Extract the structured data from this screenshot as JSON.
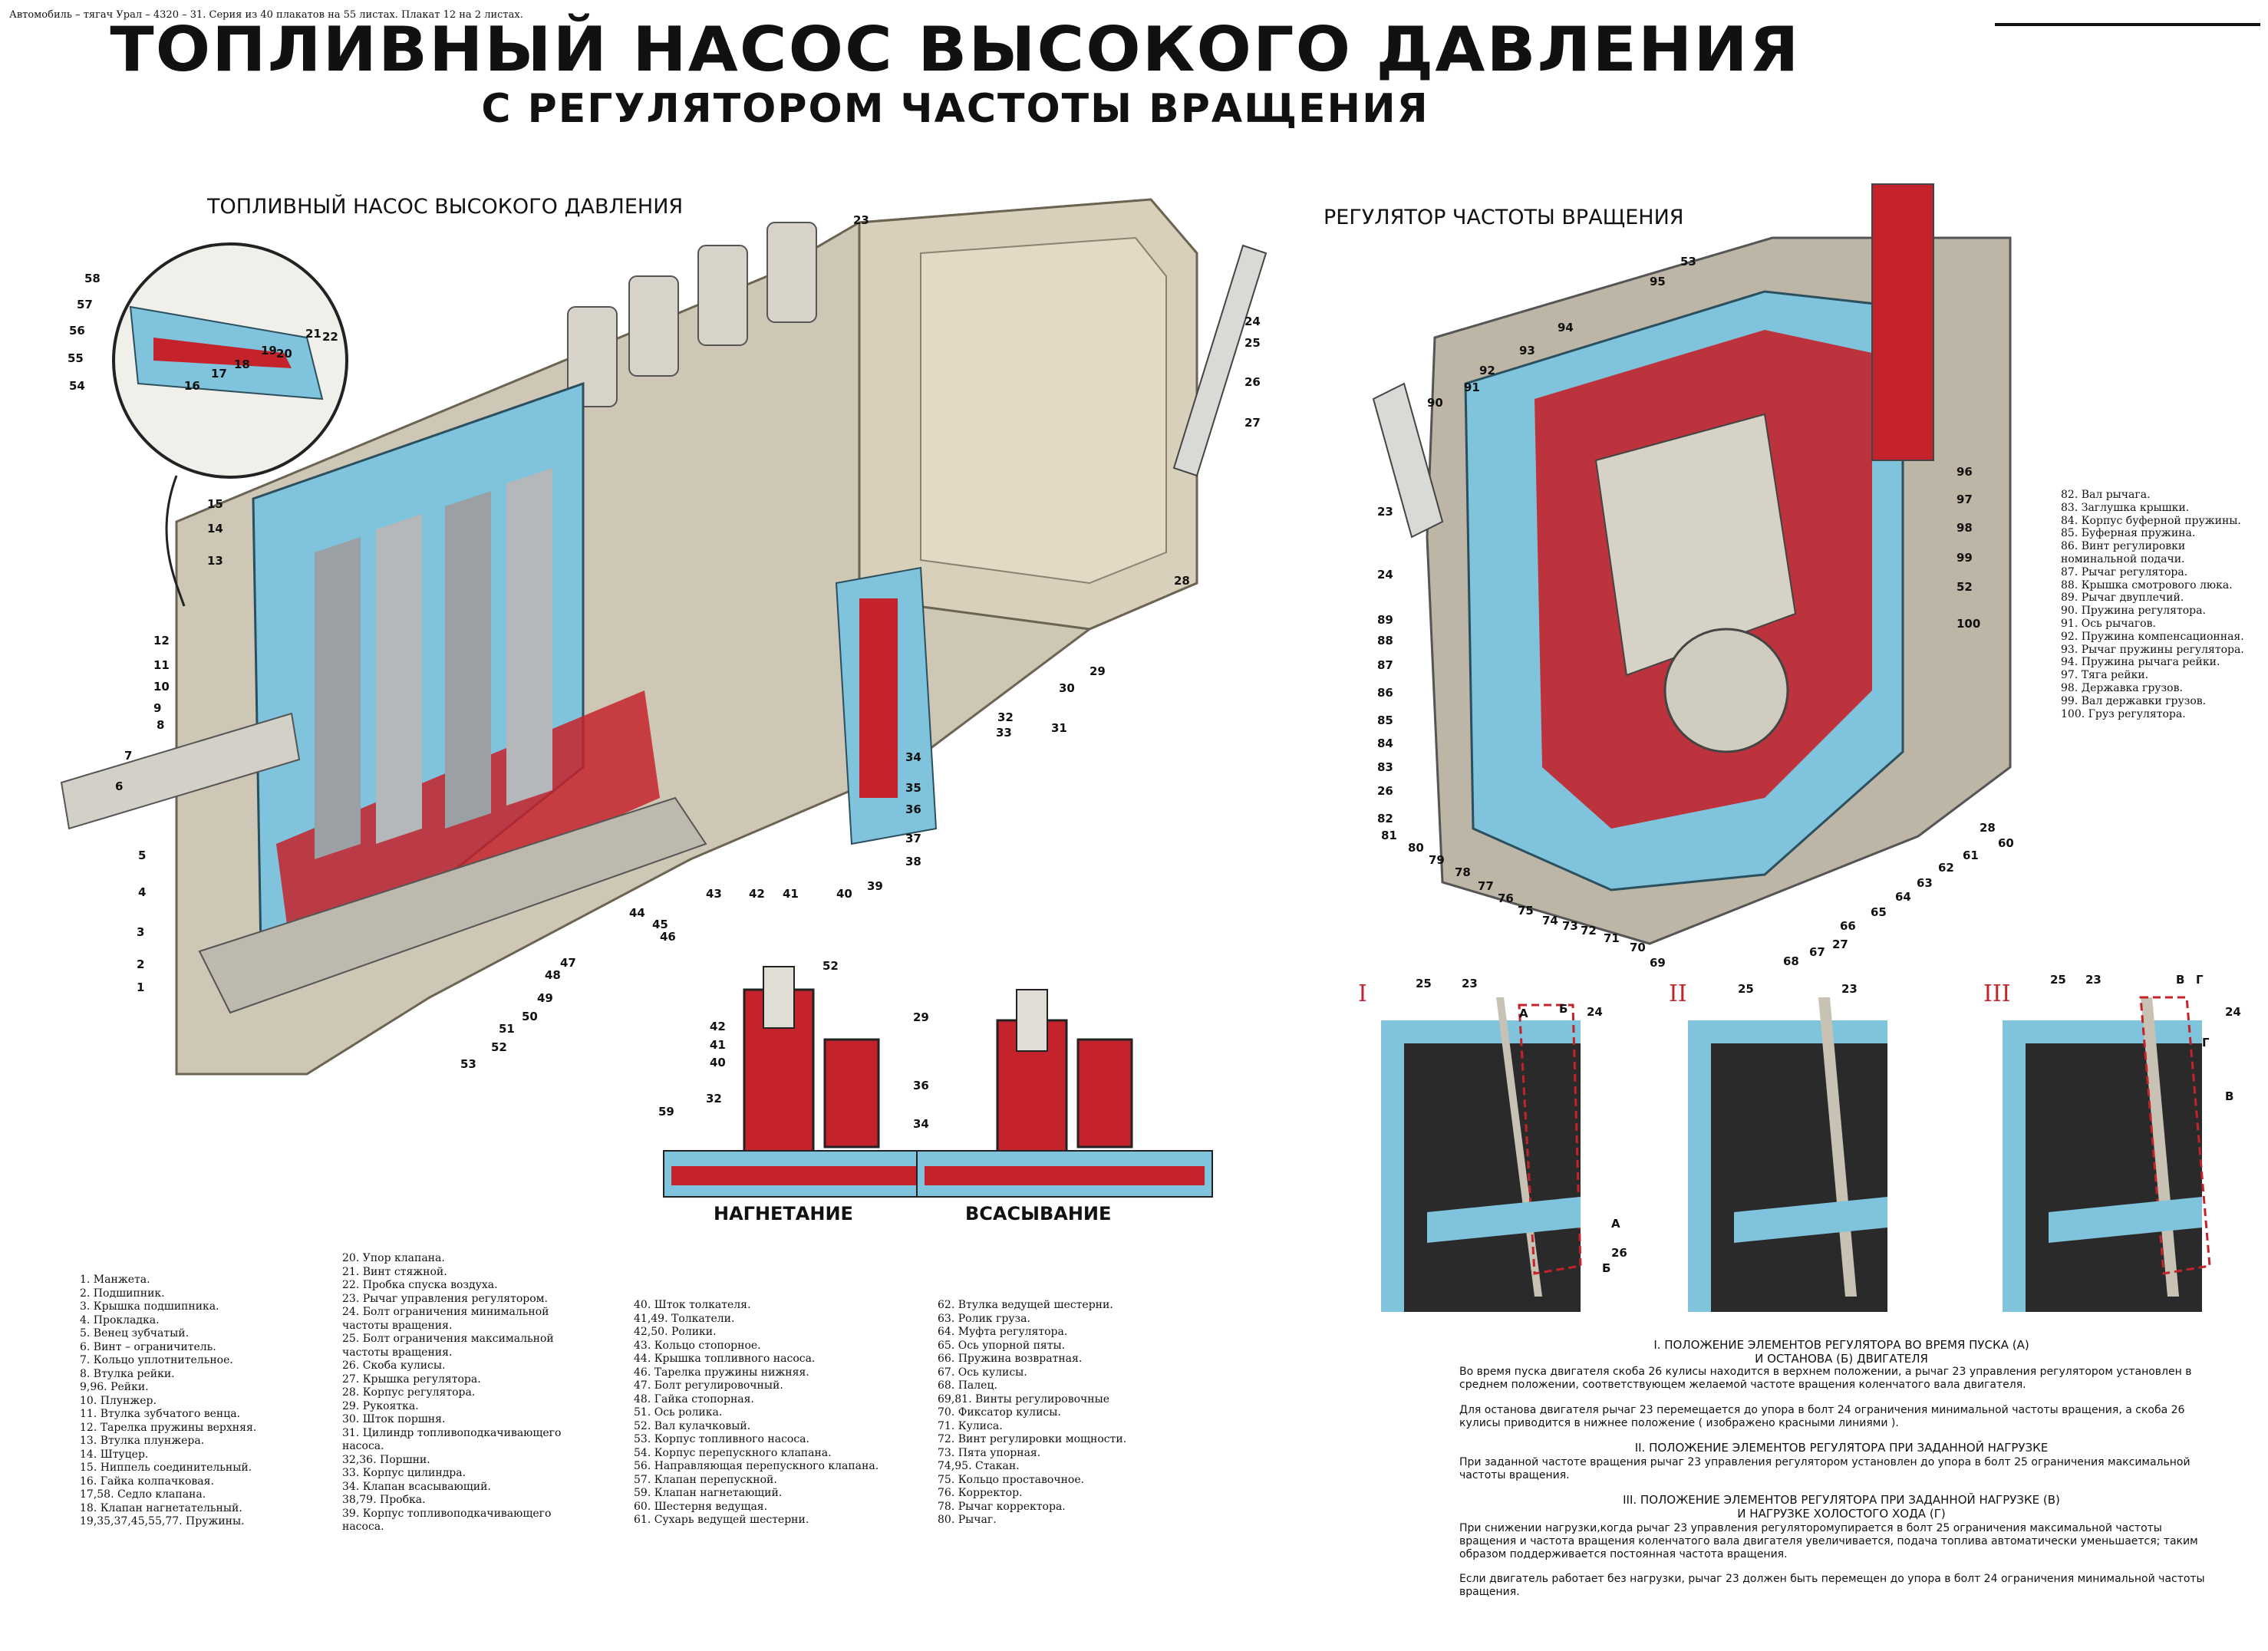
{
  "header": {
    "caption": "Автомобиль – тягач Урал – 4320 – 31. Серия из 40 плакатов на 55 листах. Плакат 12 на 2 листах.",
    "title": "ТОПЛИВНЫЙ НАСОС ВЫСОКОГО ДАВЛЕНИЯ",
    "subtitle": "С РЕГУЛЯТОРОМ ЧАСТОТЫ ВРАЩЕНИЯ"
  },
  "sections": {
    "pump": "ТОПЛИВНЫЙ НАСОС ВЫСОКОГО ДАВЛЕНИЯ",
    "governor": "РЕГУЛЯТОР ЧАСТОТЫ ВРАЩЕНИЯ"
  },
  "captions": {
    "injection": "НАГНЕТАНИЕ",
    "suction": "ВСАСЫВАНИЕ"
  },
  "roman": [
    "I",
    "II",
    "III"
  ],
  "legend": {
    "col1": "1. Манжета.\n2. Подшипник.\n3. Крышка подшипника.\n4. Прокладка.\n5. Венец зубчатый.\n6. Винт – ограничитель.\n7. Кольцо уплотнительное.\n8. Втулка рейки.\n9,96. Рейки.\n10. Плунжер.\n11. Втулка зубчатого венца.\n12. Тарелка пружины верхняя.\n13. Втулка плунжера.\n14. Штуцер.\n15. Ниппель соединительный.\n16. Гайка колпачковая.\n17,58. Седло клапана.\n18. Клапан нагнетательный.\n19,35,37,45,55,77. Пружины.",
    "col2": "20. Упор клапана.\n21. Винт стяжной.\n22. Пробка спуска воздуха.\n23. Рычаг управления регулятором.\n24. Болт ограничения минимальной\nчастоты вращения.\n25. Болт ограничения максимальной\nчастоты вращения.\n26. Скоба кулисы.\n27. Крышка регулятора.\n28. Корпус регулятора.\n29. Рукоятка.\n30. Шток поршня.\n31. Цилиндр топливоподкачивающего\nнасоса.\n32,36. Поршни.\n33. Корпус цилиндра.\n34. Клапан всасывающий.\n38,79. Пробка.\n39. Корпус топливоподкачивающего\nнасоса.",
    "col3": "40. Шток толкателя.\n41,49. Толкатели.\n42,50. Ролики.\n43. Кольцо стопорное.\n44. Крышка топливного насоса.\n46. Тарелка пружины нижняя.\n47. Болт регулировочный.\n48. Гайка стопорная.\n51. Ось ролика.\n52. Вал кулачковый.\n53. Корпус топливного насоса.\n54. Корпус перепускного клапана.\n56. Направляющая перепускного клапана.\n57. Клапан перепускной.\n59. Клапан нагнетающий.\n60. Шестерня ведущая.\n61. Сухарь ведущей шестерни.",
    "col4": "62. Втулка ведущей шестерни.\n63. Ролик груза.\n64. Муфта регулятора.\n65. Ось упорной пяты.\n66. Пружина возвратная.\n67. Ось кулисы.\n68. Палец.\n69,81. Винты регулировочные\n70. Фиксатор кулисы.\n71. Кулиса.\n72. Винт регулировки мощности.\n73. Пята упорная.\n74,95. Стакан.\n75. Кольцо проставочное.\n76. Корректор.\n78. Рычаг корректора.\n80. Рычаг.",
    "col5": "82. Вал рычага.\n83. Заглушка крышки.\n84. Корпус буферной пружины.\n85. Буферная пружина.\n86. Винт регулировки\nноминальной подачи.\n87. Рычаг регулятора.\n88. Крышка смотрового люка.\n89. Рычаг двуплечий.\n90. Пружина регулятора.\n91. Ось рычагов.\n92. Пружина компенсационная.\n93. Рычаг пружины регулятора.\n94. Пружина рычага рейки.\n97. Тяга рейки.\n98. Державка грузов.\n99. Вал державки грузов.\n100. Груз регулятора."
  },
  "positions": {
    "p1_title": "I. ПОЛОЖЕНИЕ ЭЛЕМЕНТОВ РЕГУЛЯТОРА ВО ВРЕМЯ ПУСКА (А)\nИ ОСТАНОВА (Б) ДВИГАТЕЛЯ",
    "p1_text1": "Во время пуска двигателя скоба 26 кулисы находится в верхнем положении, а рычаг 23 управления регулятором установлен в среднем положении, соответствующем желаемой частоте вращения коленчатого вала двигателя.",
    "p1_text2": "Для останова двигателя рычаг 23 перемещается до упора в болт 24 ограничения минимальной частоты вращения, а скоба 26 кулисы приводится в нижнее положение ( изображено красными линиями ).",
    "p2_title": "II. ПОЛОЖЕНИЕ ЭЛЕМЕНТОВ РЕГУЛЯТОРА ПРИ ЗАДАННОЙ НАГРУЗКЕ",
    "p2_text": "При заданной частоте вращения рычаг 23 управления регулятором установлен до упора в болт 25 ограничения максимальной частоты вращения.",
    "p3_title": "III. ПОЛОЖЕНИЕ ЭЛЕМЕНТОВ РЕГУЛЯТОРА ПРИ ЗАДАННОЙ НАГРУЗКЕ (В)\nИ НАГРУЗКЕ ХОЛОСТОГО ХОДА (Г)",
    "p3_text1": "При снижении нагрузки,когда рычаг 23 управления регуляторомупирается в болт 25 ограничения максимальной частоты вращения и частота вращения коленчатого вала двигателя увеличивается, подача топлива автоматически уменьшается; таким образом поддерживается постоянная частота вращения.",
    "p3_text2": "Если двигатель работает без нагрузки, рычаг 23 должен быть перемещен до упора в болт 24 ограничения минимальной частоты вращения."
  },
  "pump_callouts": [
    "58",
    "57",
    "56",
    "55",
    "54",
    "16",
    "17",
    "18",
    "19",
    "20",
    "21",
    "22",
    "23",
    "24",
    "25",
    "26",
    "27",
    "28",
    "15",
    "14",
    "13",
    "12",
    "11",
    "10",
    "9",
    "8",
    "7",
    "6",
    "5",
    "4",
    "3",
    "2",
    "1",
    "29",
    "30",
    "31",
    "32",
    "33",
    "34",
    "35",
    "36",
    "37",
    "38",
    "39",
    "40",
    "41",
    "42",
    "43",
    "44",
    "45",
    "46",
    "47",
    "48",
    "49",
    "50",
    "51",
    "52",
    "53"
  ],
  "detail_callouts": [
    "52",
    "29",
    "42",
    "41",
    "40",
    "32",
    "36",
    "59",
    "34"
  ],
  "gov_callouts": [
    "53",
    "95",
    "94",
    "93",
    "92",
    "91",
    "90",
    "23",
    "24",
    "89",
    "88",
    "87",
    "86",
    "85",
    "84",
    "83",
    "26",
    "82",
    "81",
    "80",
    "79",
    "78",
    "77",
    "76",
    "75",
    "74",
    "73",
    "72",
    "71",
    "70",
    "69",
    "96",
    "97",
    "98",
    "99",
    "52",
    "100",
    "28",
    "60",
    "61",
    "62",
    "63",
    "64",
    "65",
    "66",
    "27",
    "67",
    "68"
  ],
  "small_callouts": {
    "I": [
      "25",
      "23",
      "А",
      "Б",
      "24",
      "А",
      "26",
      "Б"
    ],
    "II": [
      "25",
      "23"
    ],
    "III": [
      "25",
      "23",
      "В",
      "Г",
      "24",
      "Г",
      "В"
    ]
  },
  "colors": {
    "blue": "#7fc4dc",
    "red": "#c4232b",
    "metal": "#cfc7b6",
    "dark": "#2b2b2b"
  }
}
